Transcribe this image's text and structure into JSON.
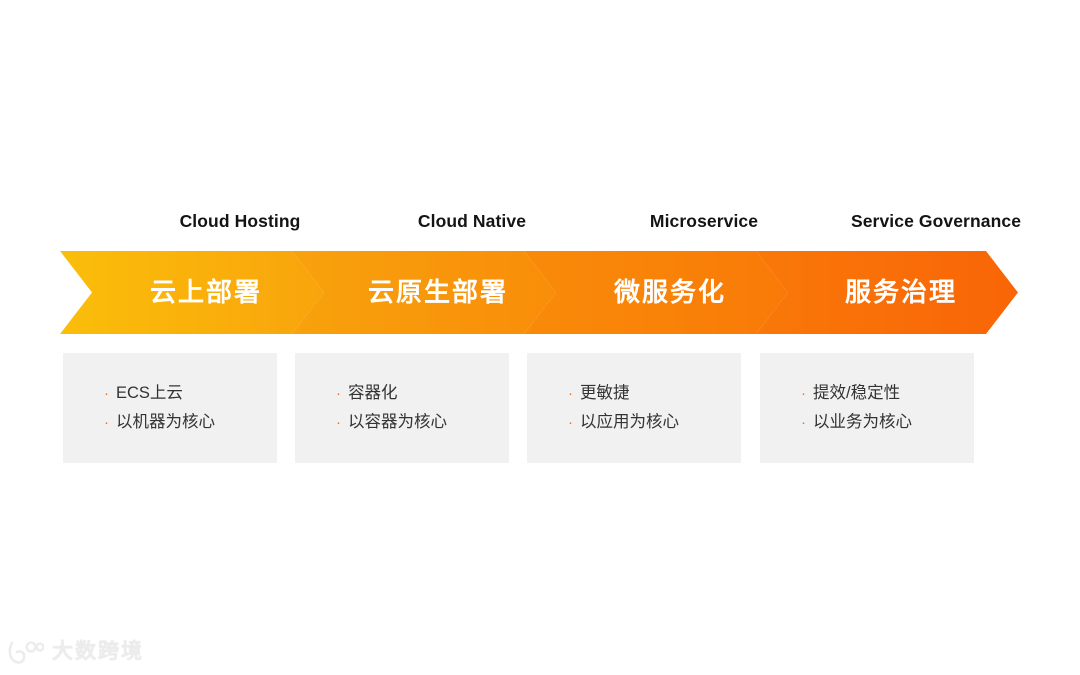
{
  "slide": {
    "background_color": "#ffffff",
    "title_row_color": "#141414"
  },
  "stages": [
    {
      "header": "Cloud Hosting",
      "chevron_label": "云上部署",
      "chevron_color_start": "#fabe0a",
      "chevron_color_end": "#f9a40c",
      "bullets": [
        "ECS上云",
        "以机器为核心"
      ]
    },
    {
      "header": "Cloud Native",
      "chevron_label": "云原生部署",
      "chevron_color_start": "#f8a20d",
      "chevron_color_end": "#f98d09",
      "bullets": [
        "容器化",
        "以容器为核心"
      ]
    },
    {
      "header": "Microservice",
      "chevron_label": "微服务化",
      "chevron_color_start": "#f98b09",
      "chevron_color_end": "#f97a08",
      "bullets": [
        "更敏捷",
        "以应用为核心"
      ]
    },
    {
      "header": "Service Governance",
      "chevron_label": "服务治理",
      "chevron_color_start": "#f97808",
      "chevron_color_end": "#f96507",
      "bullets": [
        "提效/稳定性",
        "以业务为核心"
      ]
    }
  ],
  "bullet_marker": "·",
  "bullet_marker_color": "#e8752b",
  "box_background": "#f1f1f1",
  "watermark": {
    "text": "大数跨境",
    "logo_name": "daishu-kuajing-logo",
    "color": "#ececec"
  }
}
